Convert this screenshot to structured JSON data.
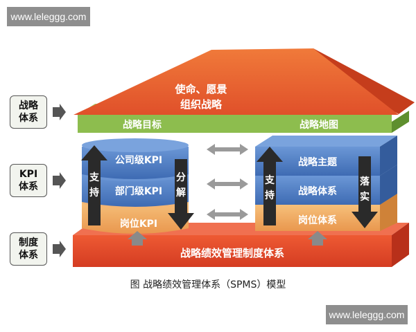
{
  "watermark": {
    "top": "www.leleggg.com",
    "bottom": "www.leleggg.com"
  },
  "side_labels": [
    "战略\n体系",
    "KPI\n体系",
    "制度\n体系"
  ],
  "roof": {
    "line1": "使命、愿景",
    "line2": "组织战略"
  },
  "green_band": {
    "left": "战略目标",
    "right": "战略地图"
  },
  "left_column": {
    "layers": [
      "公司级KPI",
      "部门级KPI",
      "岗位KPI"
    ],
    "up_arrow": "支\n持",
    "down_arrow": "分\n解"
  },
  "right_column": {
    "layers": [
      "战略主题",
      "战略体系",
      "岗位体系"
    ],
    "up_arrow": "支\n持",
    "down_arrow": "落\n实"
  },
  "base": "战略绩效管理制度体系",
  "caption": "图  战略绩效管理体系（SPMS）模型",
  "colors": {
    "roof": "#e8602c",
    "green": "#8dbd4e",
    "blue": "#4f7fc3",
    "orange": "#f0a862",
    "base": "#e2452a"
  }
}
